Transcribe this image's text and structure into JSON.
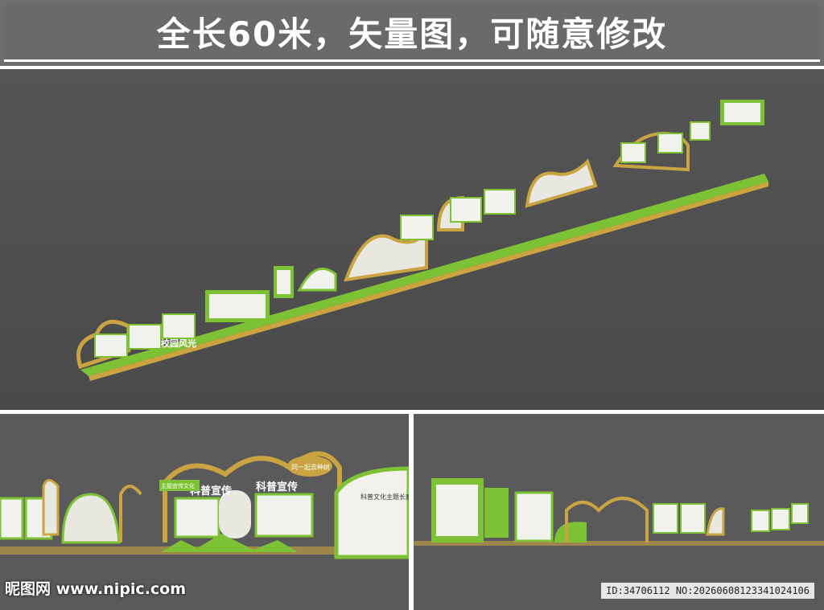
{
  "banner": {
    "title": "全长60米，矢量图，可随意修改"
  },
  "signs": {
    "campus_classic": "校园风光",
    "research_promo_1": "科普宣传",
    "research_promo_2": "科普宣传",
    "cloud_slogan": "同一起去种树",
    "tag_small": "主题宣传文化",
    "culture_title": "科普文化主题长廊"
  },
  "watermark": {
    "site": "昵图网 www.nipic.com",
    "id_line": "ID:34706112 NO:20260608123341024106"
  },
  "colors": {
    "green": "#7cc234",
    "gold": "#c9a441",
    "white_panel": "#f2f2ec",
    "ground": "#5a5a5a"
  }
}
